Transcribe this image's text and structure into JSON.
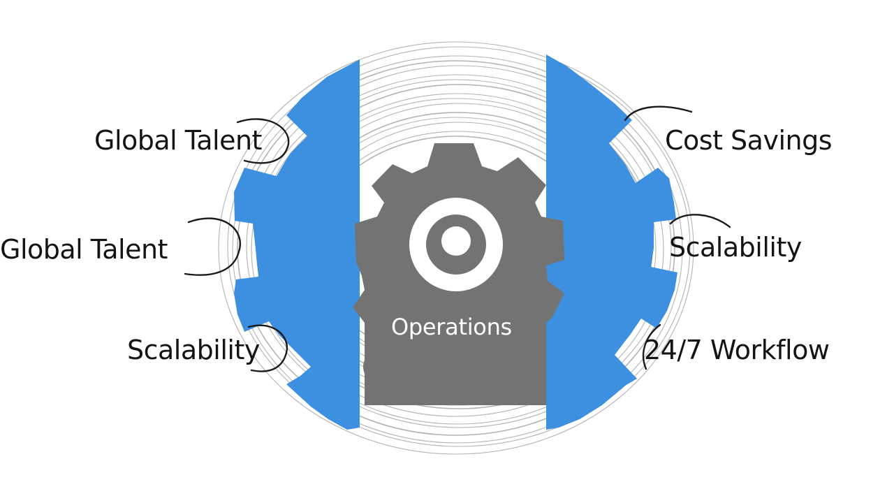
{
  "diagram": {
    "center": {
      "label": "Operations"
    },
    "left_labels": [
      "Global Talent",
      "Global Talent",
      "Scalability"
    ],
    "right_labels": [
      "Cost Savings",
      "Scalability",
      "24/7 Workflow"
    ]
  },
  "colors": {
    "accent": "#3d8fdf",
    "gear": "#737373",
    "center_text": "#ffffff",
    "text": "#141414",
    "line": "#9a9a9a"
  }
}
